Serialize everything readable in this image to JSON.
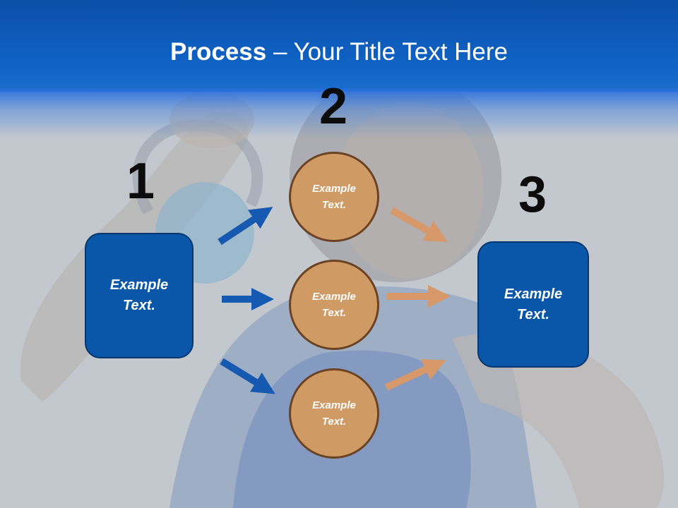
{
  "title": {
    "bold": "Process",
    "rest": " – Your Title Text Here"
  },
  "colors": {
    "header": "#0f62c4",
    "box": "#0a56a8",
    "circle": "#cf9a64",
    "blue_arrow": "#1659b0",
    "orange_arrow": "#d7986a"
  },
  "steps": {
    "one": {
      "number": "1",
      "text": "Example Text."
    },
    "two": {
      "number": "2",
      "circles": [
        {
          "text": "Example Text."
        },
        {
          "text": "Example Text."
        },
        {
          "text": "Example Text."
        }
      ]
    },
    "three": {
      "number": "3",
      "text": "Example Text."
    }
  }
}
